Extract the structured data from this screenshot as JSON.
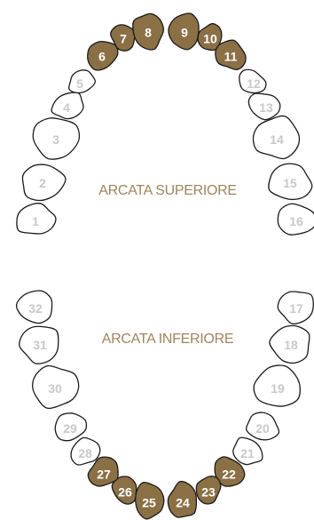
{
  "colors": {
    "selected_fill": "#8b7046",
    "unselected_fill": "#ffffff",
    "outline": "#1a1a1a",
    "selected_text": "#ffffff",
    "unselected_text": "#c8c8c8",
    "label": "#a0845c"
  },
  "labels": {
    "upper_arch": "ARCATA SUPERIORE",
    "lower_arch": "ARCATA INFERIORE"
  },
  "teeth": [
    {
      "number": "1",
      "selected": false
    },
    {
      "number": "2",
      "selected": false
    },
    {
      "number": "3",
      "selected": false
    },
    {
      "number": "4",
      "selected": false
    },
    {
      "number": "5",
      "selected": false
    },
    {
      "number": "6",
      "selected": true
    },
    {
      "number": "7",
      "selected": true
    },
    {
      "number": "8",
      "selected": true
    },
    {
      "number": "9",
      "selected": true
    },
    {
      "number": "10",
      "selected": true
    },
    {
      "number": "11",
      "selected": true
    },
    {
      "number": "12",
      "selected": false
    },
    {
      "number": "13",
      "selected": false
    },
    {
      "number": "14",
      "selected": false
    },
    {
      "number": "15",
      "selected": false
    },
    {
      "number": "16",
      "selected": false
    },
    {
      "number": "17",
      "selected": false
    },
    {
      "number": "18",
      "selected": false
    },
    {
      "number": "19",
      "selected": false
    },
    {
      "number": "20",
      "selected": false
    },
    {
      "number": "21",
      "selected": false
    },
    {
      "number": "22",
      "selected": true
    },
    {
      "number": "23",
      "selected": true
    },
    {
      "number": "24",
      "selected": true
    },
    {
      "number": "25",
      "selected": true
    },
    {
      "number": "26",
      "selected": true
    },
    {
      "number": "27",
      "selected": true
    },
    {
      "number": "28",
      "selected": false
    },
    {
      "number": "29",
      "selected": false
    },
    {
      "number": "30",
      "selected": false
    },
    {
      "number": "31",
      "selected": false
    },
    {
      "number": "32",
      "selected": false
    }
  ]
}
